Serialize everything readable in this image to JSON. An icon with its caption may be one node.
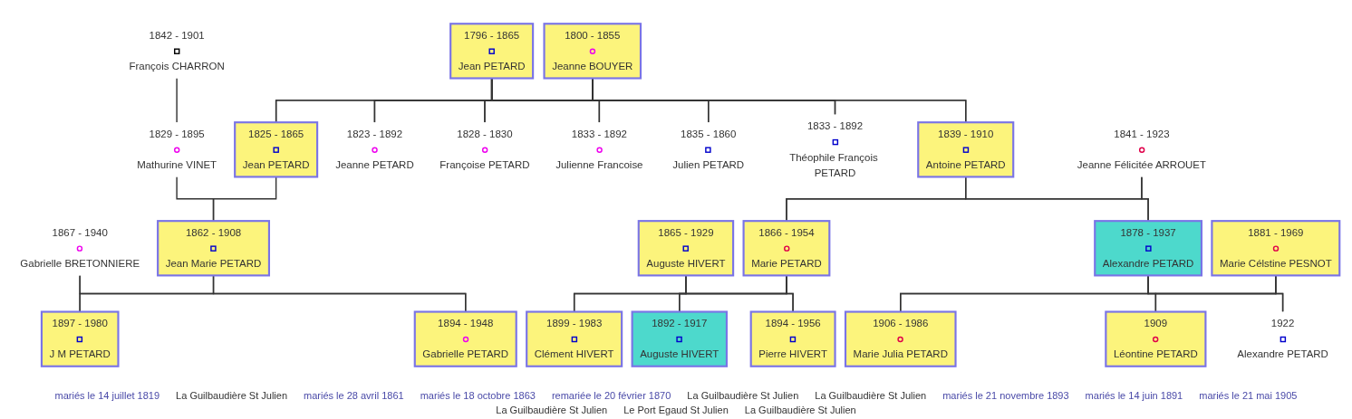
{
  "diagram": {
    "nodes": [
      {
        "text": [
          "1796 - 1865",
          "Jean PETARD"
        ]
      },
      {
        "text": [
          "1800 - 1855",
          "Jeanne BOUYER"
        ]
      },
      {
        "text": [
          "1842 - 1901",
          "François CHARRON"
        ]
      },
      {
        "text": [
          "1829 - 1895",
          "Mathurine VINET"
        ]
      },
      {
        "text": [
          "1825 - 1865",
          "Jean PETARD"
        ]
      },
      {
        "text": [
          "1823 - 1892",
          "Jeanne PETARD"
        ]
      },
      {
        "text": [
          "1828 - 1830",
          "Françoise PETARD"
        ]
      },
      {
        "text": [
          "1833 - 1892",
          "Julienne Francoise"
        ]
      },
      {
        "text": [
          "1835 - 1860",
          "Julien PETARD"
        ]
      },
      {
        "text": [
          "1833 - 1892",
          "Théophile François PETARD"
        ]
      },
      {
        "text": [
          "1839 - 1910",
          "Antoine PETARD"
        ]
      },
      {
        "text": [
          "1841 - 1923",
          "Jeanne Félicitée ARROUET"
        ]
      },
      {
        "text": [
          "1867 - 1940",
          "Gabrielle BRETONNIERE"
        ]
      },
      {
        "text": [
          "1862 - 1908",
          "Jean Marie PETARD"
        ]
      },
      {
        "text": [
          "1865 - 1929",
          "Auguste HIVERT"
        ]
      },
      {
        "text": [
          "1866 - 1954",
          "Marie PETARD"
        ]
      },
      {
        "text": [
          "1878 - 1937",
          "Alexandre PETARD"
        ]
      },
      {
        "text": [
          "1881 - 1969",
          "Marie Célstine PESNOT"
        ]
      },
      {
        "text": [
          "1897 - 1980",
          "J M PETARD"
        ]
      },
      {
        "text": [
          "1894 - 1948",
          "Gabrielle PETARD"
        ]
      },
      {
        "text": [
          "1899 - 1983",
          "Clément HIVERT"
        ]
      },
      {
        "text": [
          "1892 - 1917",
          "Auguste HIVERT"
        ]
      },
      {
        "text": [
          "1894 - 1956",
          "Pierre HIVERT"
        ]
      },
      {
        "text": [
          "1906 - 1986",
          "Marie Julia PETARD"
        ]
      },
      {
        "text": [
          "1909",
          "Léontine PETARD"
        ]
      },
      {
        "text": [
          "1922",
          "Alexandre PETARD"
        ]
      }
    ],
    "edges": [
      {
        "from": 0,
        "to": 4,
        "arrow": "none"
      },
      {
        "from": 1,
        "to": 4,
        "arrow": "none"
      },
      {
        "from": 0,
        "to": 5,
        "arrow": "none"
      },
      {
        "from": 1,
        "to": 5,
        "arrow": "none"
      },
      {
        "from": 0,
        "to": 6,
        "arrow": "none"
      },
      {
        "from": 1,
        "to": 6,
        "arrow": "none"
      },
      {
        "from": 0,
        "to": 7,
        "arrow": "none"
      },
      {
        "from": 1,
        "to": 7,
        "arrow": "none"
      },
      {
        "from": 0,
        "to": 8,
        "arrow": "none"
      },
      {
        "from": 1,
        "to": 8,
        "arrow": "none"
      },
      {
        "from": 0,
        "to": 9,
        "arrow": "none"
      },
      {
        "from": 1,
        "to": 9,
        "arrow": "none"
      },
      {
        "from": 0,
        "to": 10,
        "arrow": "none"
      },
      {
        "from": 1,
        "to": 10,
        "arrow": "none"
      },
      {
        "from": 2,
        "to": 3,
        "arrow": "none"
      },
      {
        "from": 3,
        "to": 13,
        "arrow": "none"
      },
      {
        "from": 4,
        "to": 13,
        "arrow": "none"
      },
      {
        "from": 10,
        "to": 15,
        "arrow": "none"
      },
      {
        "from": 11,
        "to": 15,
        "arrow": "none"
      },
      {
        "from": 10,
        "to": 16,
        "arrow": "none"
      },
      {
        "from": 11,
        "to": 16,
        "arrow": "none"
      },
      {
        "from": 12,
        "to": 18,
        "arrow": "none"
      },
      {
        "from": 13,
        "to": 18,
        "arrow": "none"
      },
      {
        "from": 12,
        "to": 19,
        "arrow": "none"
      },
      {
        "from": 13,
        "to": 19,
        "arrow": "none"
      },
      {
        "from": 14,
        "to": 20,
        "arrow": "none"
      },
      {
        "from": 15,
        "to": 20,
        "arrow": "none"
      },
      {
        "from": 14,
        "to": 21,
        "arrow": "none"
      },
      {
        "from": 15,
        "to": 21,
        "arrow": "none"
      },
      {
        "from": 14,
        "to": 22,
        "arrow": "none"
      },
      {
        "from": 15,
        "to": 22,
        "arrow": "none"
      },
      {
        "from": 16,
        "to": 23,
        "arrow": "none"
      },
      {
        "from": 17,
        "to": 23,
        "arrow": "none"
      },
      {
        "from": 16,
        "to": 24,
        "arrow": "none"
      },
      {
        "from": 17,
        "to": 24,
        "arrow": "none"
      },
      {
        "from": 16,
        "to": 25,
        "arrow": "none"
      },
      {
        "from": 17,
        "to": 25,
        "arrow": "none"
      }
    ],
    "labels": [
      "mariés le 14 juillet 1819",
      "La Guilbaudière St Julien",
      "mariés le 28 avril 1861",
      "mariés le 18 octobre 1863",
      "remariée le 20 février 1870",
      "La Guilbaudière St Julien",
      "La Guilbaudière St Julien",
      "mariés le 21 novembre 1893",
      "mariés le 14 juin 1891",
      "mariés le 21 mai 1905",
      "La Guilbaudière St Julien",
      "Le Port Egaud St Julien",
      "La Guilbaudière St Julien"
    ]
  }
}
